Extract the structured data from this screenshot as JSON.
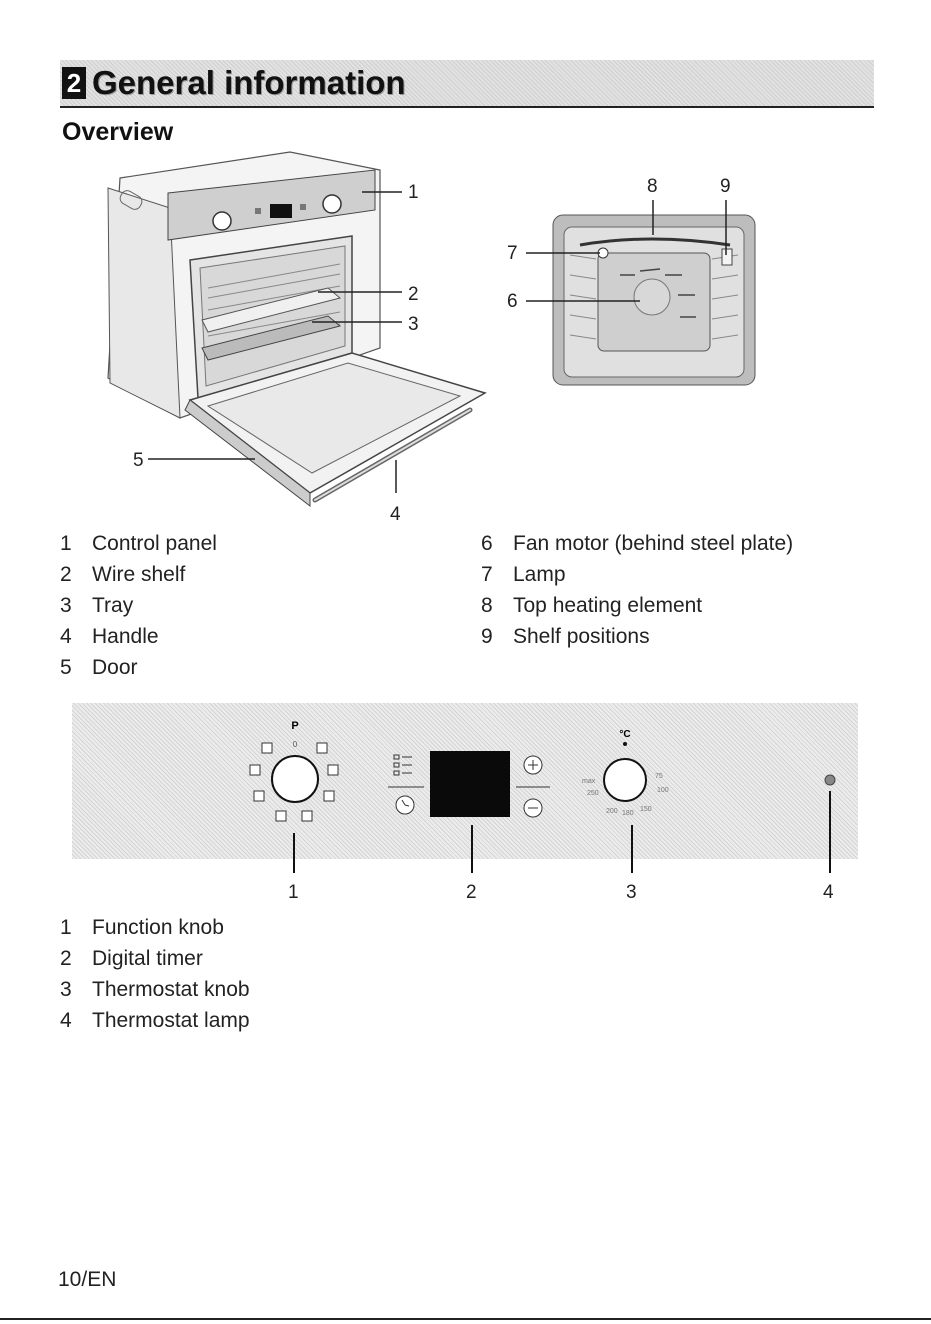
{
  "header": {
    "section_number": "2",
    "title": "General information"
  },
  "subtitle": "Overview",
  "oven_figure": {
    "callouts": [
      "1",
      "2",
      "3",
      "4",
      "5",
      "6",
      "7",
      "8",
      "9"
    ]
  },
  "legend_left": [
    {
      "n": "1",
      "label": "Control panel"
    },
    {
      "n": "2",
      "label": "Wire shelf"
    },
    {
      "n": "3",
      "label": "Tray"
    },
    {
      "n": "4",
      "label": "Handle"
    },
    {
      "n": "5",
      "label": "Door"
    }
  ],
  "legend_right": [
    {
      "n": "6",
      "label": "Fan motor (behind steel plate)"
    },
    {
      "n": "7",
      "label": "Lamp"
    },
    {
      "n": "8",
      "label": "Top heating element"
    },
    {
      "n": "9",
      "label": "Shelf positions"
    }
  ],
  "control_panel": {
    "function_knob_label": "P",
    "function_knob_zero": "0",
    "thermostat_unit": "°C",
    "thermostat_marks": [
      "max",
      "250",
      "200",
      "180",
      "150",
      "100",
      "75"
    ],
    "callouts": [
      "1",
      "2",
      "3",
      "4"
    ]
  },
  "legend_panel": [
    {
      "n": "1",
      "label": "Function knob"
    },
    {
      "n": "2",
      "label": "Digital timer"
    },
    {
      "n": "3",
      "label": "Thermostat knob"
    },
    {
      "n": "4",
      "label": "Thermostat lamp"
    }
  ],
  "footer": {
    "page": "10/EN"
  }
}
